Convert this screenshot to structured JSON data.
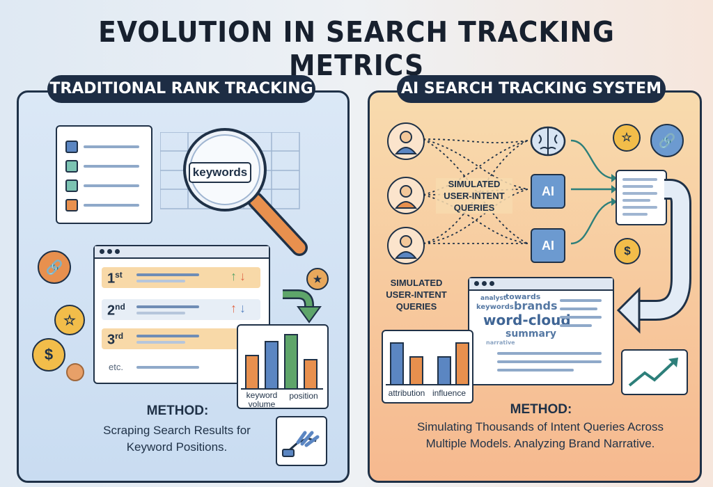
{
  "title": "EVOLUTION IN SEARCH TRACKING METRICS",
  "left_panel": {
    "header": "TRADITIONAL RANK TRACKING",
    "magnifier_label": "keywords",
    "ranks": [
      {
        "num": "1",
        "suffix": "st"
      },
      {
        "num": "2",
        "suffix": "nd"
      },
      {
        "num": "3",
        "suffix": "rd"
      }
    ],
    "rank_more": "etc.",
    "chart_labels": {
      "left": "keyword volume",
      "right": "position"
    },
    "method_title": "METHOD:",
    "method_desc": "Scraping Search Results for Keyword Positions.",
    "icons": [
      "link-icon",
      "star-icon",
      "dollar-icon",
      "magnifier-icon",
      "robot-hand-icon"
    ]
  },
  "right_panel": {
    "header": "AI SEARCH TRACKING SYSTEM",
    "sim_label_center": "SIMULATED USER-INTENT QUERIES",
    "sim_label_bottom": "SIMULATED USER-INTENT QUERIES",
    "chip_label": "AI",
    "word_cloud": {
      "main": "word-cloud",
      "brands": "brands",
      "summary": "summary",
      "keywords": "keywords",
      "analyst": "analyst",
      "towards": "towards",
      "narrative": "narrative"
    },
    "chart_labels": {
      "left": "attribution",
      "right": "influence"
    },
    "method_title": "METHOD:",
    "method_desc": "Simulating Thousands of Intent Queries Across Multiple Models. Analyzing Brand Narrative.",
    "icons": [
      "user-icon",
      "brain-icon",
      "ai-chip-icon",
      "star-icon",
      "link-icon",
      "dollar-icon",
      "trend-up-icon"
    ]
  },
  "colors": {
    "navy": "#1f3147",
    "orange": "#e8904e",
    "blue": "#5b86c2",
    "green": "#5ea56a",
    "gold": "#f2bd4a"
  }
}
